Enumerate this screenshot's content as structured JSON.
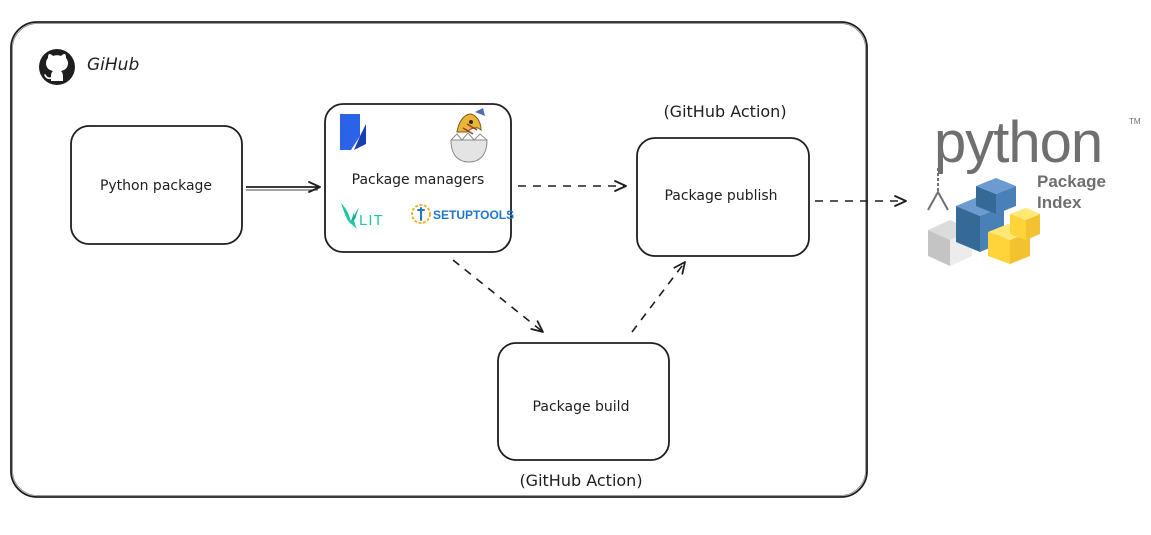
{
  "container": {
    "label": "GiHub",
    "icon": "github-icon"
  },
  "nodes": {
    "python_package": {
      "label": "Python package"
    },
    "package_managers": {
      "label": "Package managers",
      "logos": {
        "kedro": {
          "icon": "kedro-logo"
        },
        "hatch": {
          "icon": "hatch-logo"
        },
        "flit": {
          "text": "LIT",
          "icon": "flit-logo"
        },
        "setuptools": {
          "text": "SETUPTOOLS",
          "icon": "setuptools-logo"
        }
      }
    },
    "package_publish": {
      "label": "Package publish",
      "caption": "(GitHub Action)"
    },
    "package_build": {
      "label": "Package build",
      "caption": "(GitHub Action)"
    }
  },
  "external": {
    "pypi": {
      "wordmark": "python",
      "trademark": "TM",
      "line1": "Package",
      "line2": "Index",
      "icon": "pypi-logo"
    }
  },
  "edges": [
    {
      "from": "python_package",
      "to": "package_managers",
      "style": "solid"
    },
    {
      "from": "package_managers",
      "to": "package_publish",
      "style": "dashed"
    },
    {
      "from": "package_managers",
      "to": "package_build",
      "style": "dashed"
    },
    {
      "from": "package_build",
      "to": "package_publish",
      "style": "dashed"
    },
    {
      "from": "package_publish",
      "to": "pypi",
      "style": "dashed"
    }
  ],
  "colors": {
    "stroke": "#1e1e1e",
    "kedro": "#2b62e8",
    "flit": "#21c6a6",
    "setuptools": "#1f77c8",
    "setuptools_ring": "#f0b429",
    "pypi_gray": "#6f6f6f",
    "pypi_blue": "#366a96",
    "pypi_yellow": "#ffd43b"
  }
}
